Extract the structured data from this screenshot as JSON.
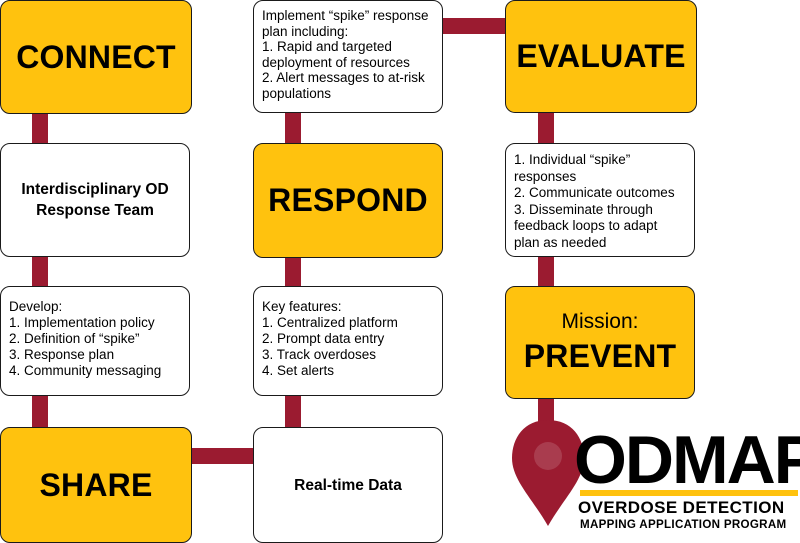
{
  "colors": {
    "gold": "#ffc20e",
    "connector": "#9b1b30",
    "border": "#1a1a1a"
  },
  "stages": {
    "connect": "CONNECT",
    "share": "SHARE",
    "respond": "RESPOND",
    "evaluate": "EVALUATE",
    "mission_label": "Mission:",
    "prevent": "PREVENT"
  },
  "boxes": {
    "team": "Interdisciplinary OD Response Team",
    "develop": {
      "heading": "Develop:",
      "items": [
        "1. Implementation policy",
        "2. Definition of “spike”",
        "3. Response plan",
        "4. Community messaging"
      ]
    },
    "realtime": "Real-time Data",
    "key_features": {
      "heading": "Key features:",
      "items": [
        "1. Centralized platform",
        "2. Prompt data entry",
        "3. Track overdoses",
        "4. Set alerts"
      ]
    },
    "implement": {
      "heading": "Implement “spike” response plan including:",
      "items": [
        "1. Rapid and targeted deployment of resources",
        "2. Alert messages to at-risk populations"
      ]
    },
    "evaluate_list": {
      "items": [
        "1. Individual “spike” responses",
        "2. Communicate outcomes",
        "3. Disseminate through feedback loops to adapt plan as needed"
      ]
    }
  },
  "logo": {
    "word": "ODMAP",
    "line1": "OVERDOSE DETECTION",
    "line2": "MAPPING APPLICATION PROGRAM",
    "icon": "map-pin-icon"
  }
}
